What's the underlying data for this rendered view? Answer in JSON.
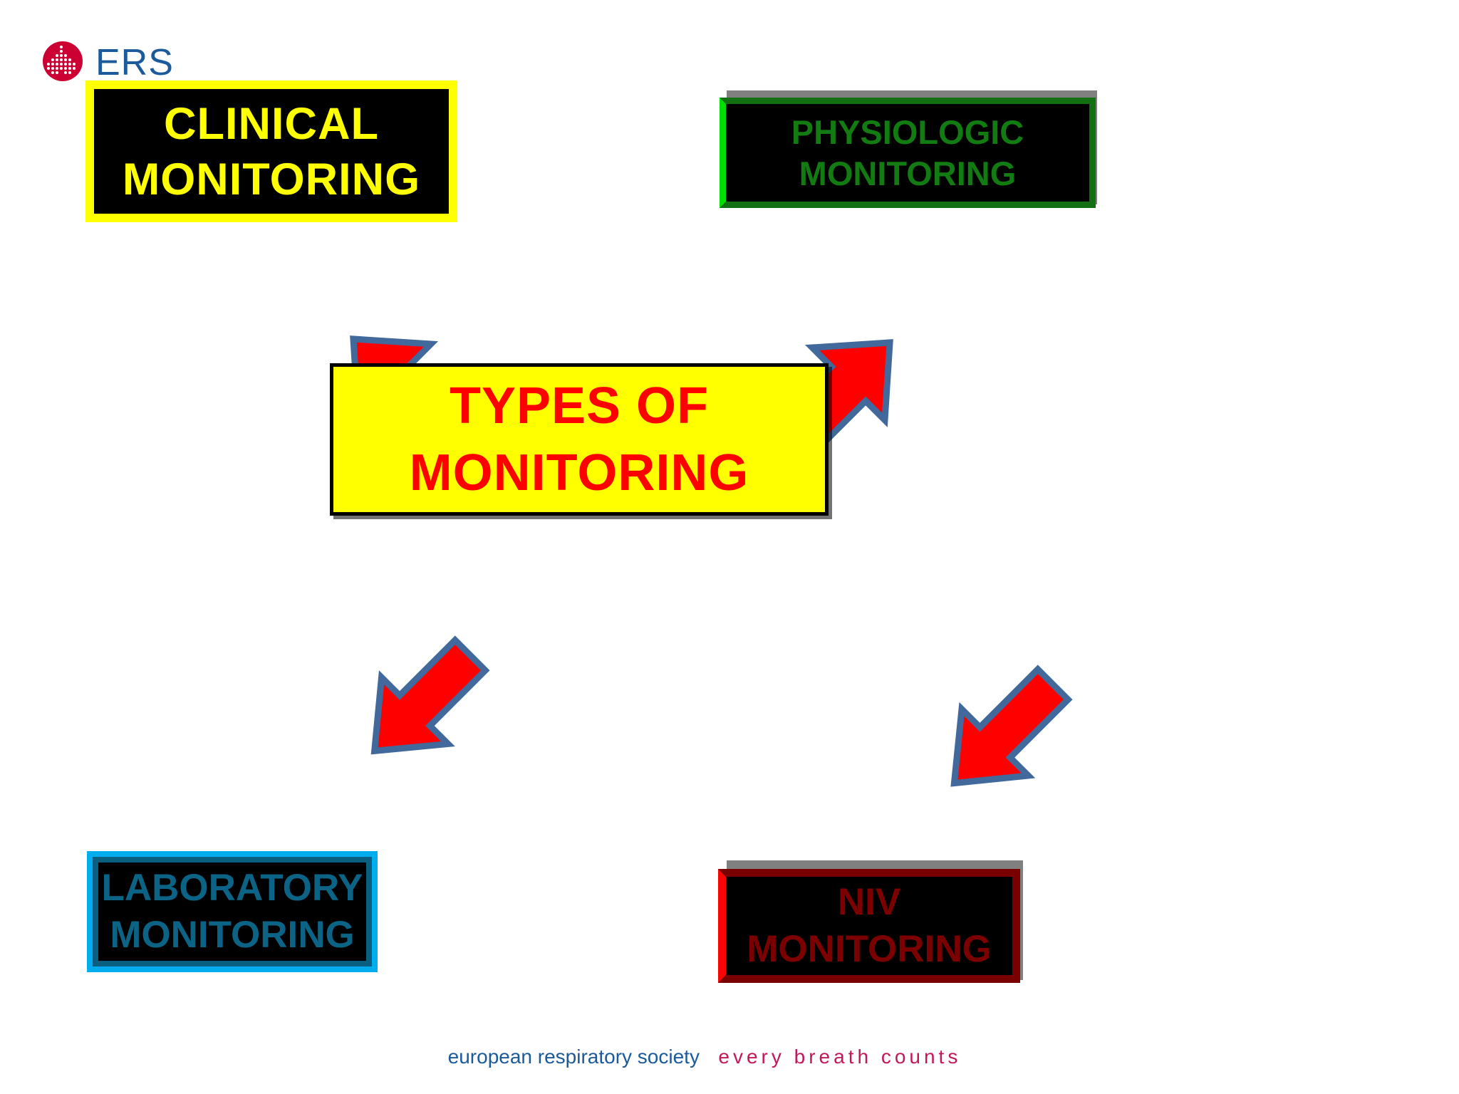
{
  "slide": {
    "background_color": "#ffffff"
  },
  "logo": {
    "mark_name": "ers-lung-roundel-icon",
    "mark_color": "#cc0033",
    "wordmark": "ERS",
    "wordmark_color": "#1b5a9b"
  },
  "diagram": {
    "type": "hub-and-spoke",
    "center": {
      "line1": "TYPES OF",
      "line2": "MONITORING",
      "fill_color": "#ffff00",
      "text_color": "#ff0000",
      "border_color": "#000000"
    },
    "nodes": [
      {
        "id": "clinical",
        "line1": "CLINICAL",
        "line2": "MONITORING",
        "fill_color": "#000000",
        "text_color": "#ffff00",
        "border_color": "#ffff00",
        "position": "top-left"
      },
      {
        "id": "physiologic",
        "line1": "PHYSIOLOGIC",
        "line2": "MONITORING",
        "fill_color": "#000000",
        "text_color": "#127c12",
        "border_color": "#127012",
        "accent_color": "#00e000",
        "position": "top-right"
      },
      {
        "id": "laboratory",
        "line1": "LABORATORY",
        "line2": "MONITORING",
        "fill_color": "#000000",
        "text_color": "#0b6486",
        "border_color": "#00adef",
        "accent_color": "#0a5f80",
        "position": "bottom-left"
      },
      {
        "id": "niv",
        "line1": "NIV",
        "line2": "MONITORING",
        "fill_color": "#000000",
        "text_color": "#7c0000",
        "border_color": "#7a0000",
        "accent_color": "#fa0505",
        "position": "bottom-right"
      }
    ],
    "arrows": [
      {
        "id": "center-to-clinical",
        "from": "center",
        "to": "clinical",
        "direction": "up-left",
        "fill_color": "#ff0000",
        "outline_color": "#41699b"
      },
      {
        "id": "center-to-physiologic",
        "from": "center",
        "to": "physiologic",
        "direction": "up-right",
        "fill_color": "#ff0000",
        "outline_color": "#41699b"
      },
      {
        "id": "center-to-laboratory",
        "from": "center",
        "to": "laboratory",
        "direction": "down-left",
        "fill_color": "#ff0000",
        "outline_color": "#41699b"
      },
      {
        "id": "center-to-niv",
        "from": "center",
        "to": "niv",
        "direction": "down-right",
        "fill_color": "#ff0000",
        "outline_color": "#41699b"
      }
    ]
  },
  "footer": {
    "left_text": "european respiratory society",
    "right_text": "every breath counts",
    "left_color": "#1b5a9b",
    "right_color": "#c2185b"
  }
}
